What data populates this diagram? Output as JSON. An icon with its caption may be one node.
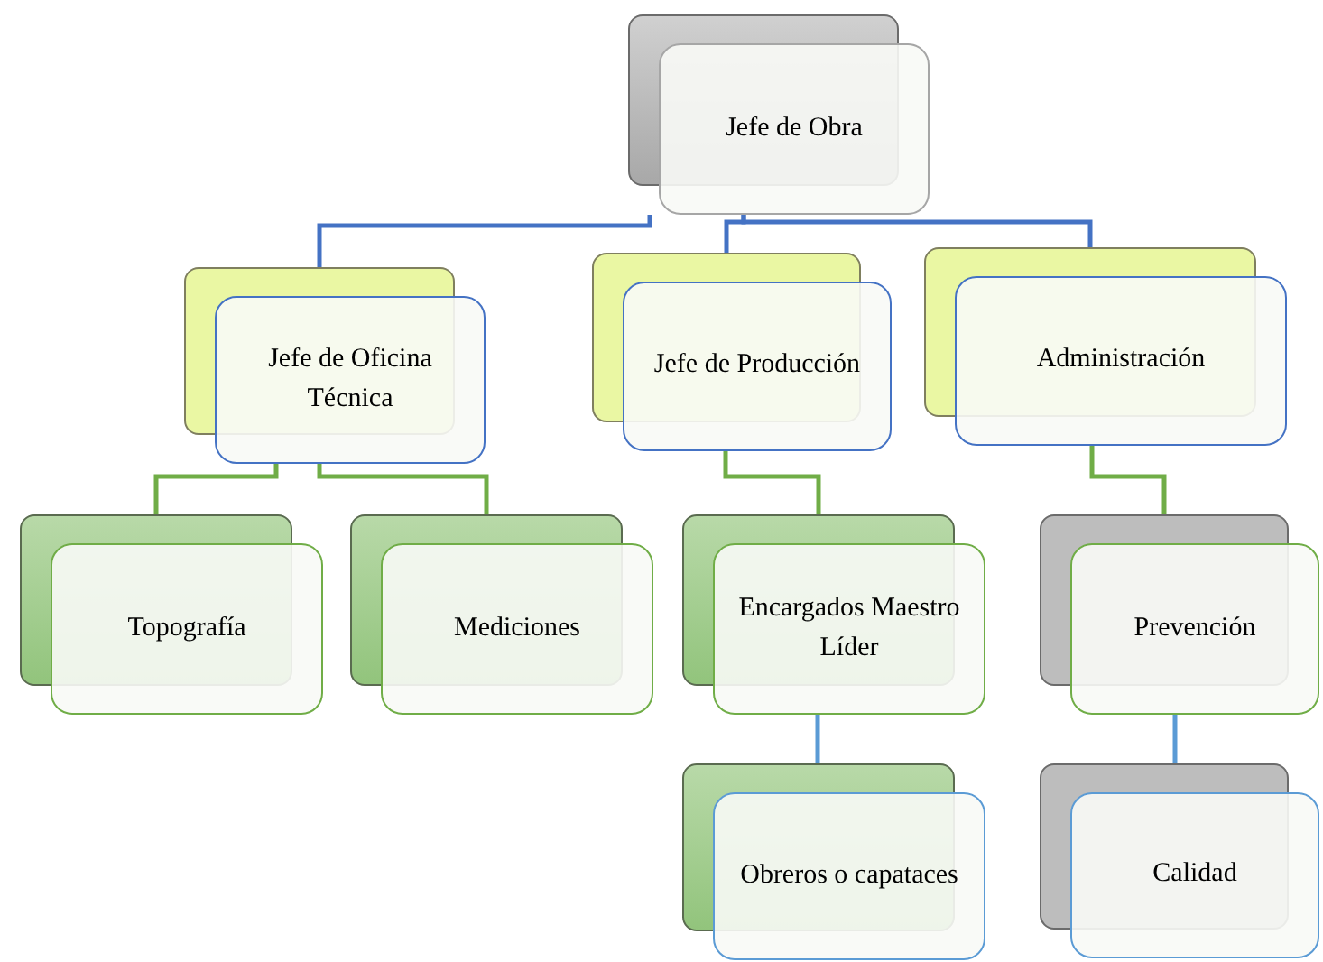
{
  "diagram": {
    "nodes": [
      {
        "text": [
          "Jefe de Obra"
        ]
      },
      {
        "text": [
          "Jefe de Oficina Técnica"
        ]
      },
      {
        "text": [
          "Jefe de Producción"
        ]
      },
      {
        "text": [
          "Administración"
        ]
      },
      {
        "text": [
          "Topografía"
        ]
      },
      {
        "text": [
          "Mediciones"
        ]
      },
      {
        "text": [
          "Encargados Maestro Líder"
        ]
      },
      {
        "text": [
          "Prevención"
        ]
      },
      {
        "text": [
          "Obreros o capataces"
        ]
      },
      {
        "text": [
          "Calidad"
        ]
      }
    ],
    "edges": [
      {
        "from": 0,
        "to": 1,
        "arrow": "none",
        "color": "#4472c4"
      },
      {
        "from": 0,
        "to": 2,
        "arrow": "none",
        "color": "#4472c4"
      },
      {
        "from": 0,
        "to": 3,
        "arrow": "none",
        "color": "#4472c4"
      },
      {
        "from": 1,
        "to": 4,
        "arrow": "none"
      },
      {
        "from": 1,
        "to": 5,
        "arrow": "none"
      },
      {
        "from": 2,
        "to": 6,
        "arrow": "none"
      },
      {
        "from": 3,
        "to": 7,
        "arrow": "none"
      },
      {
        "from": 6,
        "to": 8,
        "arrow": "none",
        "color": "#5b9bd5"
      },
      {
        "from": 7,
        "to": 9,
        "arrow": "none",
        "color": "#5b9bd5"
      }
    ]
  }
}
